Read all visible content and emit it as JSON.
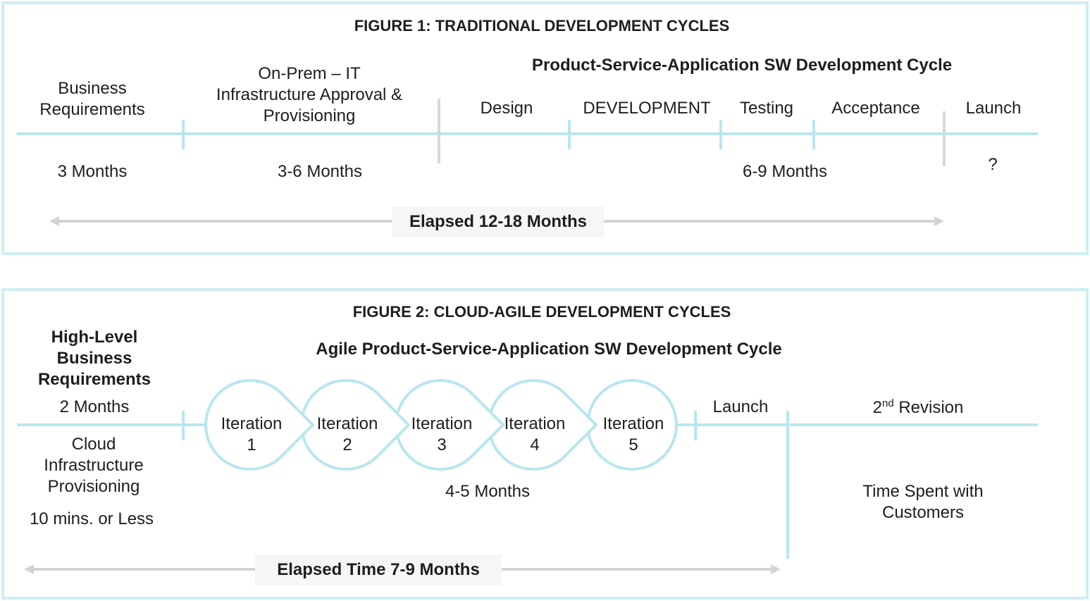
{
  "figure1": {
    "title": "FIGURE 1: TRADITIONAL DEVELOPMENT CYCLES",
    "cycle_title": "Product-Service-Application SW Development Cycle",
    "business": [
      "Business",
      "Requirements"
    ],
    "onprem": [
      "On-Prem – IT",
      "Infrastructure Approval &",
      "Provisioning"
    ],
    "phases": [
      "Design",
      "DEVELOPMENT",
      "Testing",
      "Acceptance"
    ],
    "launch": "Launch",
    "dur_business": "3 Months",
    "dur_onprem": "3-6 Months",
    "dur_dev": "6-9 Months",
    "dur_launch": "?",
    "elapsed": "Elapsed 12-18 Months"
  },
  "figure2": {
    "title": "FIGURE 2: CLOUD-AGILE DEVELOPMENT CYCLES",
    "cycle_title": "Agile Product-Service-Application SW Development Cycle",
    "requirements": [
      "High-Level",
      "Business",
      "Requirements"
    ],
    "dur_requirements": "2 Months",
    "cloud": [
      "Cloud",
      "Infrastructure",
      "Provisioning"
    ],
    "dur_cloud": "10 mins. or Less",
    "iterations": [
      {
        "label": "Iteration",
        "num": "1"
      },
      {
        "label": "Iteration",
        "num": "2"
      },
      {
        "label": "Iteration",
        "num": "3"
      },
      {
        "label": "Iteration",
        "num": "4"
      },
      {
        "label": "Iteration",
        "num": "5"
      }
    ],
    "dur_iterations": "4-5 Months",
    "launch": "Launch",
    "revision_num": "2",
    "revision_sup": "nd",
    "revision_text": " Revision",
    "customers": [
      "Time Spent with",
      "Customers"
    ],
    "elapsed": "Elapsed Time 7-9 Months"
  },
  "colors": {
    "accent_line": "#b8e6ee",
    "panel_border": "#cdeef3",
    "grey_line": "#d3d3d3",
    "iteration_stroke": "#b8e6ee"
  }
}
